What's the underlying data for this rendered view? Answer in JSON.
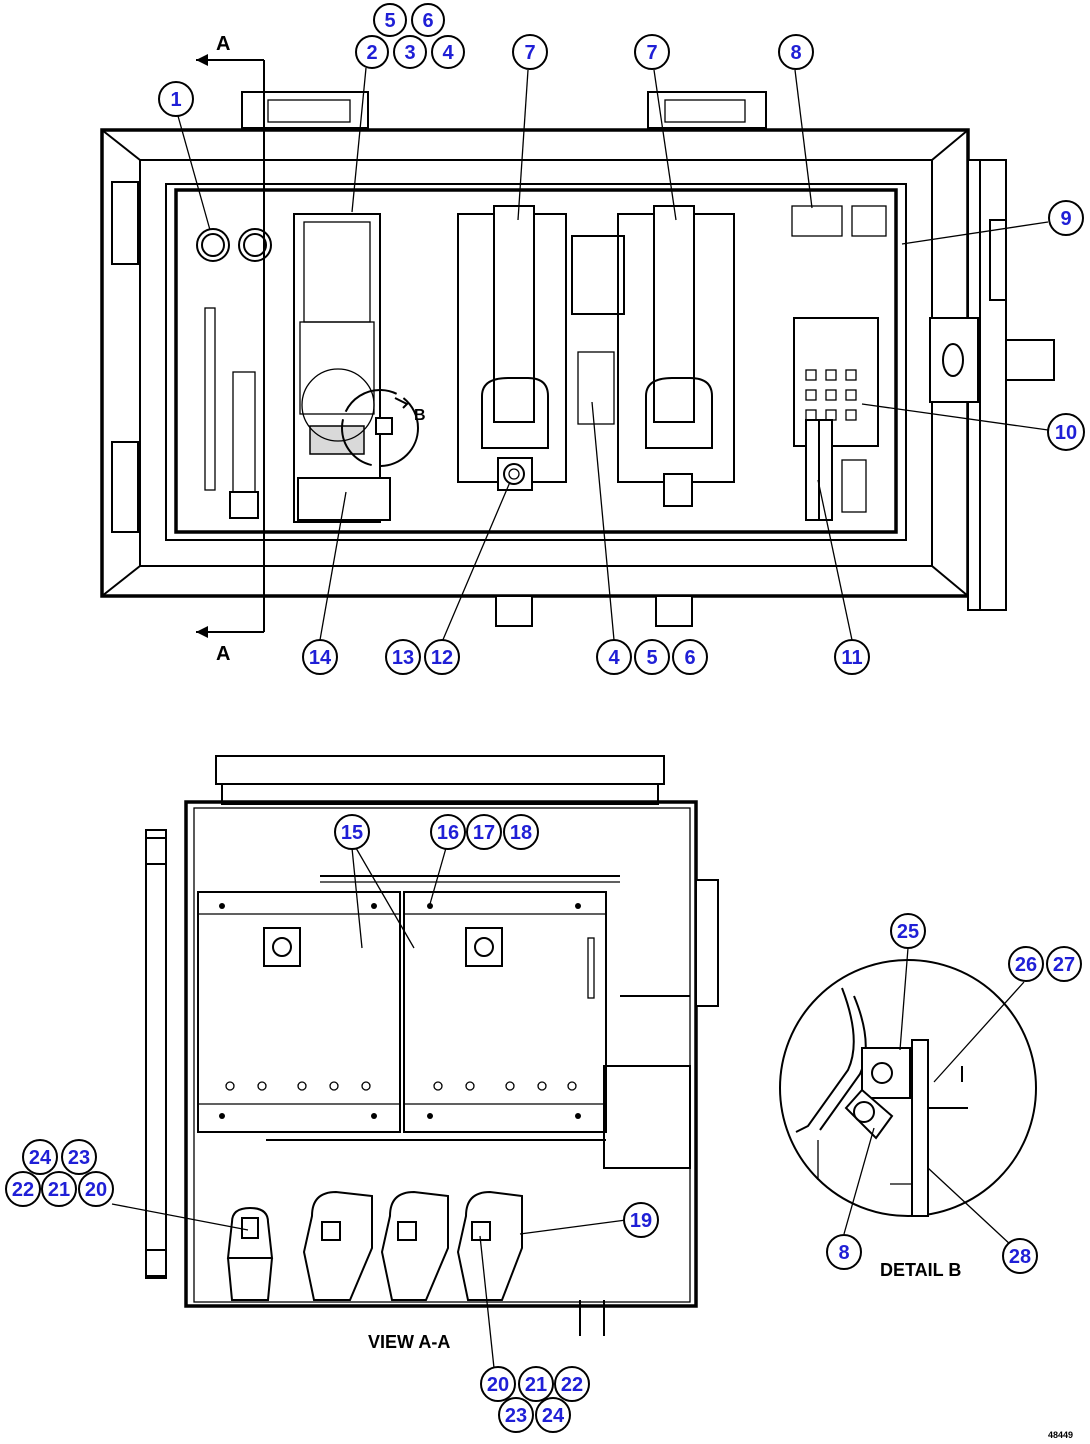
{
  "section_marks": {
    "top": "A",
    "bottom": "A"
  },
  "captions": {
    "view_aa": "VIEW A-A",
    "detail_b": "DETAIL B",
    "detail_ref": "B",
    "drawing_id": "48449"
  },
  "callouts": {
    "c1": "1",
    "c2": "2",
    "c3a": "3",
    "c4a": "4",
    "c5a": "5",
    "c6a": "6",
    "c7a": "7",
    "c7b": "7",
    "c8a": "8",
    "c9": "9",
    "c10": "10",
    "c11": "11",
    "c4b": "4",
    "c5b": "5",
    "c6b": "6",
    "c12": "12",
    "c13": "13",
    "c14": "14",
    "c15": "15",
    "c16": "16",
    "c17": "17",
    "c18": "18",
    "c19": "19",
    "c20a": "20",
    "c21a": "21",
    "c22a": "22",
    "c23a": "23",
    "c24a": "24",
    "c20b": "20",
    "c21b": "21",
    "c22b": "22",
    "c23b": "23",
    "c24b": "24",
    "c25": "25",
    "c26": "26",
    "c27": "27",
    "c28": "28",
    "c8b": "8"
  }
}
